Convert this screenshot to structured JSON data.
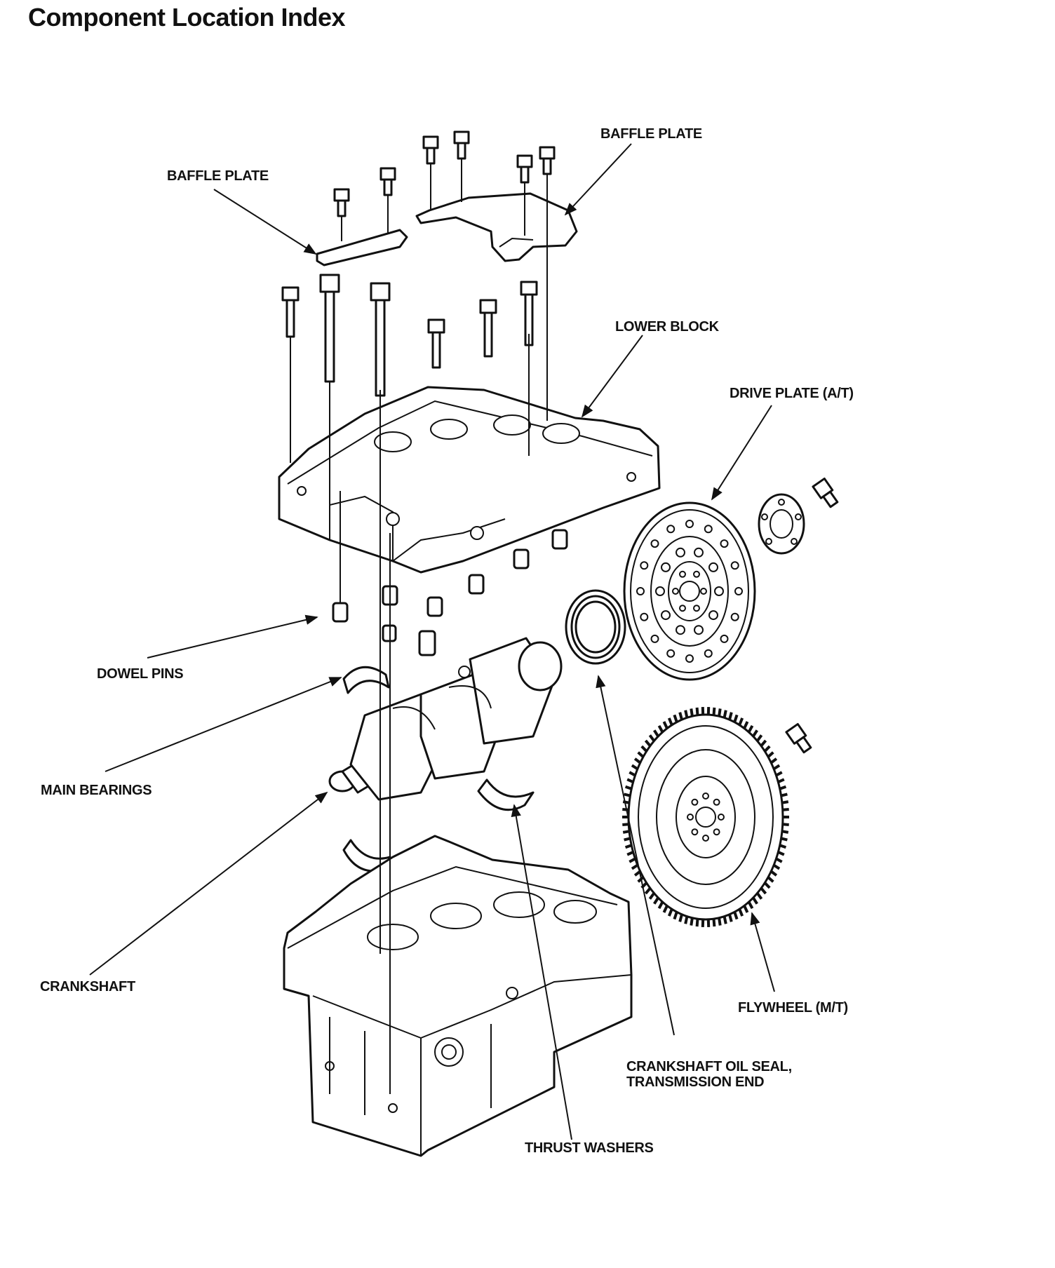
{
  "page": {
    "title": "Component Location Index"
  },
  "labels": {
    "baffle_plate_left": "BAFFLE PLATE",
    "baffle_plate_right": "BAFFLE PLATE",
    "lower_block": "LOWER BLOCK",
    "drive_plate": "DRIVE PLATE (A/T)",
    "dowel_pins": "DOWEL PINS",
    "main_bearings": "MAIN BEARINGS",
    "crankshaft": "CRANKSHAFT",
    "flywheel": "FLYWHEEL (M/T)",
    "crankshaft_oil_seal_line1": "CRANKSHAFT OIL SEAL,",
    "crankshaft_oil_seal_line2": "TRANSMISSION END",
    "thrust_washers": "THRUST WASHERS"
  }
}
